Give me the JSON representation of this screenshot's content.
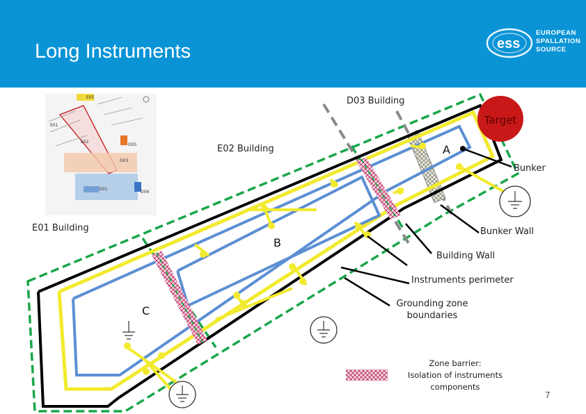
{
  "slide": {
    "title": "Long Instruments",
    "page_number": "7"
  },
  "logo": {
    "line1": "EUROPEAN",
    "line2": "SPALLATION",
    "line3": "SOURCE"
  },
  "labels": {
    "d03_building": "D03 Building",
    "target": "Target",
    "e02_building": "E02 Building",
    "a": "A",
    "bunker": "Bunker",
    "e01_building": "E01 Building",
    "bunker_wall": "Bunker Wall",
    "b": "B",
    "building_wall": "Building Wall",
    "instruments_perimeter": "Instruments perimeter",
    "grounding_zone_line1": "Grounding zone",
    "grounding_zone_line2": "boundaries",
    "c": "C",
    "zone_barrier_line1": "Zone barrier:",
    "zone_barrier_line2": "Isolation of instruments",
    "zone_barrier_line3": "components"
  },
  "inset_map": {
    "labels": [
      "E05",
      "E01",
      "E02",
      "D05",
      "D03",
      "D01",
      "D06"
    ]
  },
  "colors": {
    "header": "#0a94d6",
    "grounding_zone": "#1aa64a",
    "instrument_perimeter": "#f2ea2e",
    "instrument_outline": "#5b8fd3",
    "building_wall": "#000000",
    "bunker_wall": "#888888",
    "target": "#d11919",
    "zone_barrier": "#c0336b"
  }
}
